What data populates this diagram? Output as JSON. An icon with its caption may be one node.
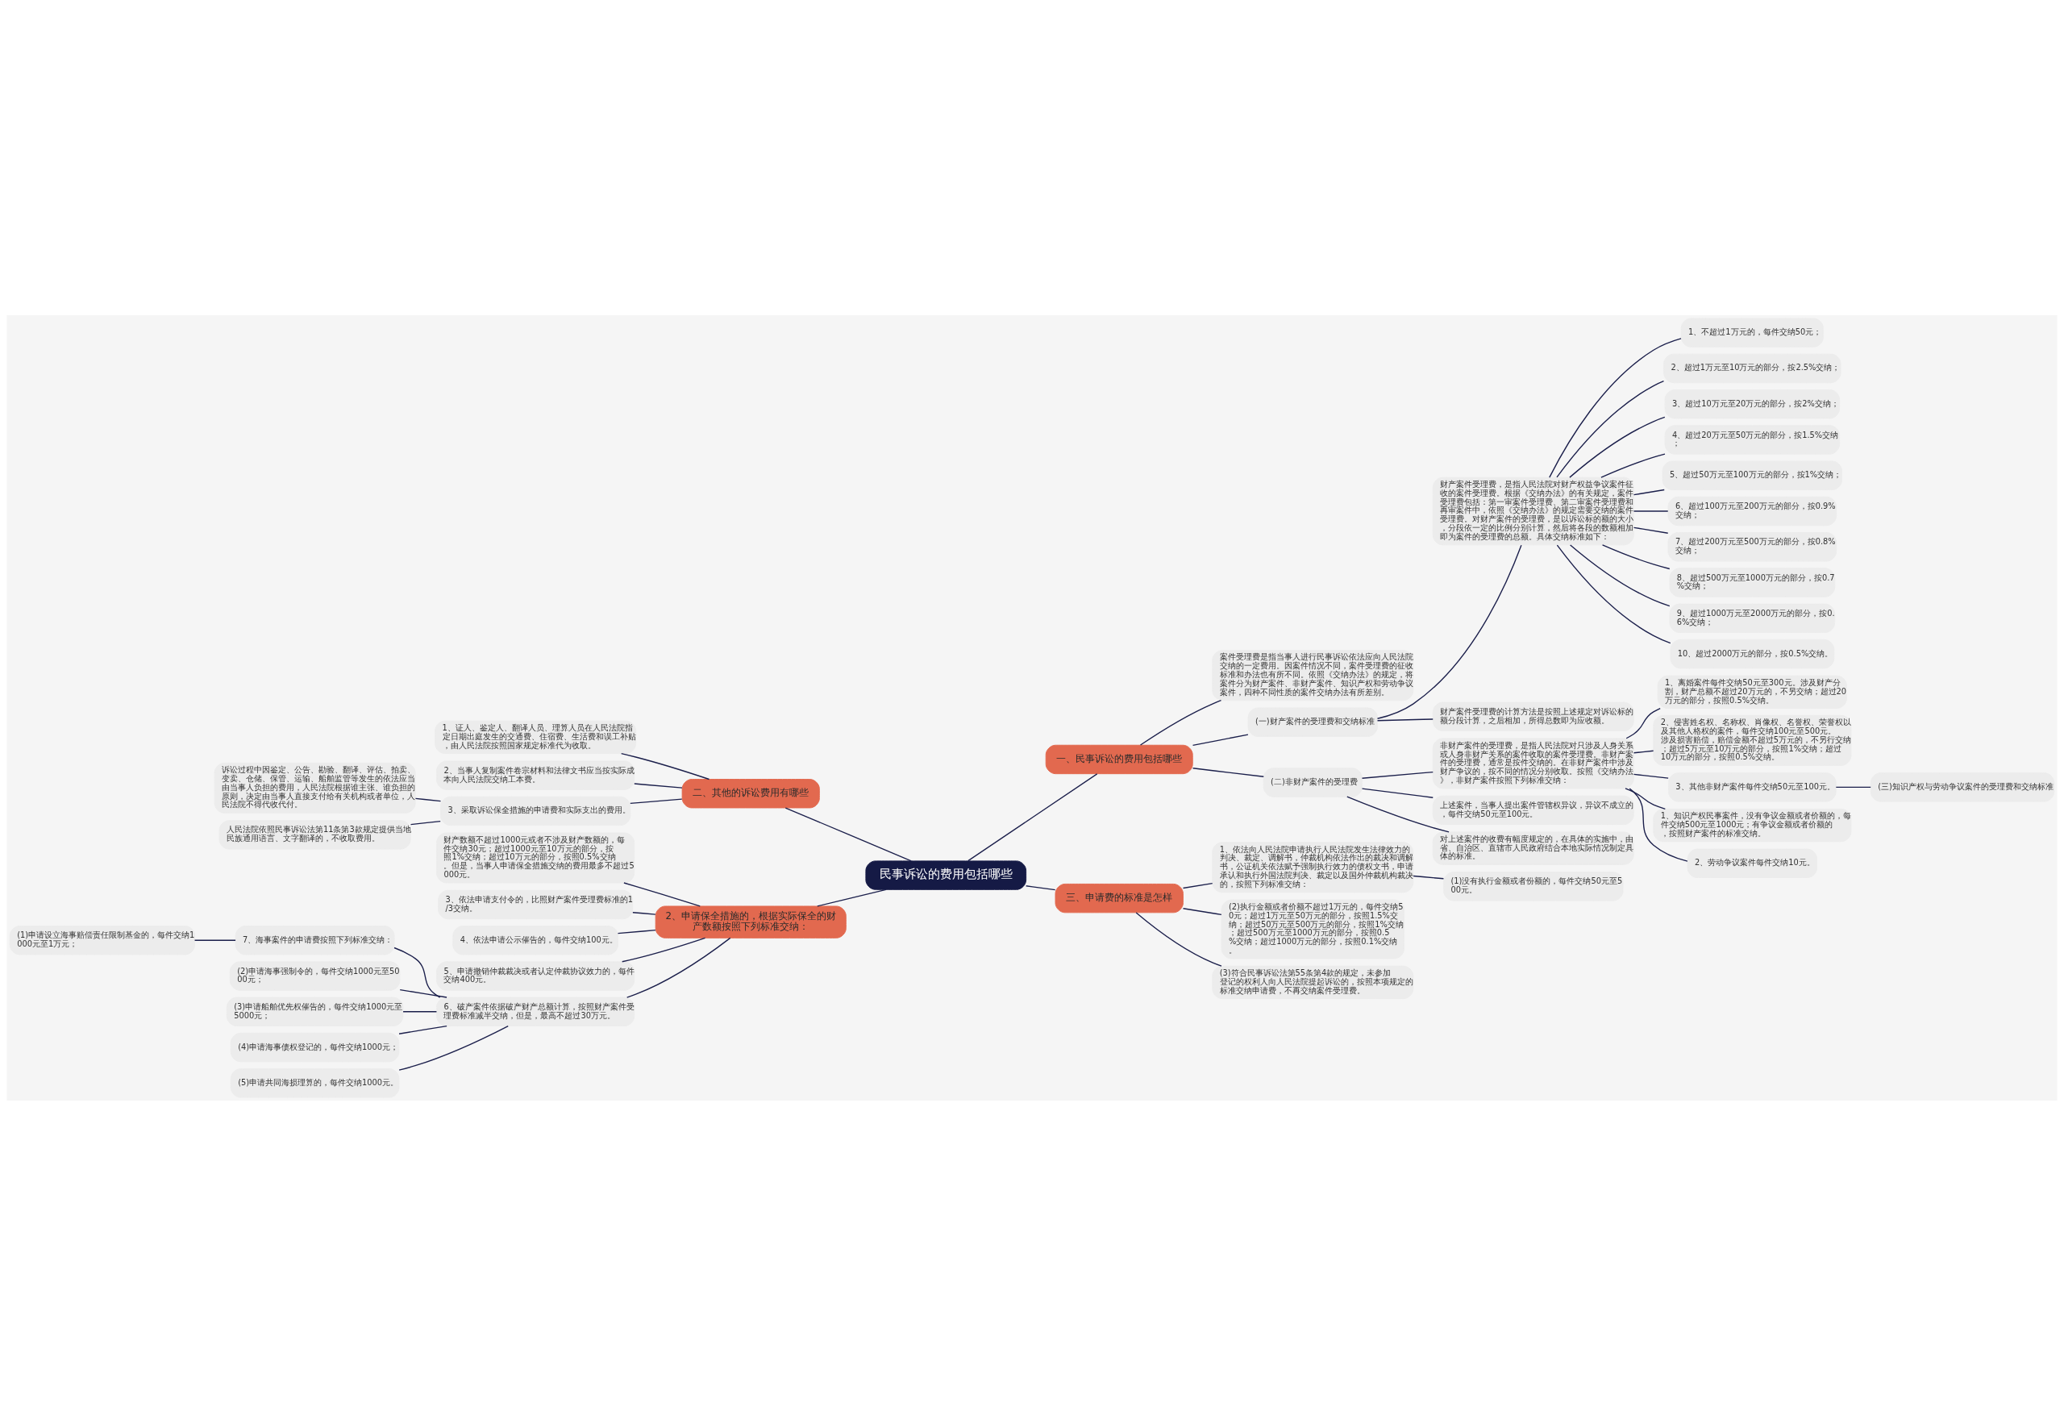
{
  "diagram": {
    "nodes": [
      {
        "text": [
          "民事诉讼的费用包括哪些"
        ]
      },
      {
        "text": [
          "一、民事诉讼的费用包括哪些"
        ]
      },
      {
        "text": [
          "案件受理费是指当事人进行民事诉讼依法应向人民法院交纳的一定费用。因案件情况不同，案件受理费的征收标准和办法也有所不同。依照《交纳办法》的规定，将案件分为财产案件、非财产案件、知识产权和劳动争议案件，四种不同性质的案件交纳办法有所差别。"
        ]
      },
      {
        "text": [
          "(一)财产案件的受理费和交纳标准"
        ]
      },
      {
        "text": [
          "财产案件受理费，是指人民法院对财产权益争议案件征收的案件受理费。根据《交纳办法》的有关规定，案件受理费包括：第一审案件受理费、第二审案件受理费和再审案件中，依照《交纳办法》的规定需要交纳的案件受理费。对财产案件的受理费，是以诉讼标的额的大小，分段依一定的比例分别计算，然后将各段的数额相加即为案件的受理费的总额。具体交纳标准如下："
        ]
      },
      {
        "text": [
          "1、不超过1万元的，每件交纳50元；"
        ]
      },
      {
        "text": [
          "2、超过1万元至10万元的部分，按2.5%交纳；"
        ]
      },
      {
        "text": [
          "3、超过10万元至20万元的部分，按2%交纳；"
        ]
      },
      {
        "text": [
          "4、超过20万元至50万元的部分，按1.5%交纳；"
        ]
      },
      {
        "text": [
          "5、超过50万元至100万元的部分，按1%交纳；"
        ]
      },
      {
        "text": [
          "6、超过100万元至200万元的部分，按0.9%交纳；"
        ]
      },
      {
        "text": [
          "7、超过200万元至500万元的部分，按0.8%交纳；"
        ]
      },
      {
        "text": [
          "8、超过500万元至1000万元的部分，按0.7%交纳；"
        ]
      },
      {
        "text": [
          "9、超过1000万元至2000万元的部分，按0.6%交纳；"
        ]
      },
      {
        "text": [
          "10、超过2000万元的部分，按0.5%交纳。"
        ]
      },
      {
        "text": [
          "财产案件受理费的计算方法是按照上述规定对诉讼标的额分段计算，之后相加，所得总数即为应收额。"
        ]
      },
      {
        "text": [
          "(二)非财产案件的受理费"
        ]
      },
      {
        "text": [
          "非财产案件的受理费，是指人民法院对只涉及人身关系或人身非财产关系的案件收取的案件受理费。非财产案件的受理费，通常是按件交纳的。在非财产案件中涉及财产争议的，按不同的情况分别收取。按照《交纳办法》，非财产案件按照下列标准交纳："
        ]
      },
      {
        "text": [
          "1、离婚案件每件交纳50元至300元。涉及财产分割，财产总额不超过20万元的，不另交纳；超过20万元的部分，按照0.5%交纳。"
        ]
      },
      {
        "text": [
          "2、侵害姓名权、名称权、肖像权、名誉权、荣誉权以及其他人格权的案件，每件交纳100元至500元。涉及损害赔偿，赔偿金额不超过5万元的，不另行交纳；超过5万元至10万元的部分，按照1%交纳；超过10万元的部分，按照0.5%交纳。"
        ]
      },
      {
        "text": [
          "3、其他非财产案件每件交纳50元至100元。"
        ]
      },
      {
        "text": [
          "(三)知识产权与劳动争议案件的受理费和交纳标准"
        ]
      },
      {
        "text": [
          "1、知识产权民事案件，没有争议金额或者价额的，每件交纳500元至1000元；有争议金额或者价额的，按照财产案件的标准交纳。"
        ]
      },
      {
        "text": [
          "2、劳动争议案件每件交纳10元。"
        ]
      },
      {
        "text": [
          "上述案件，当事人提出案件管辖权异议，异议不成立的，每件交纳50元至100元。"
        ]
      },
      {
        "text": [
          "对上述案件的收费有幅度规定的，在具体的实施中，由省、自治区、直辖市人民政府结合本地实际情况制定具体的标准。"
        ]
      },
      {
        "text": [
          "二、其他的诉讼费用有哪些"
        ]
      },
      {
        "text": [
          "1、证人、鉴定人、翻译人员、理算人员在人民法院指定日期出庭发生的交通费、住宿费、生活费和误工补贴，由人民法院按照国家规定标准代为收取。"
        ]
      },
      {
        "text": [
          "2、当事人复制案件卷宗材料和法律文书应当按实际成本向人民法院交纳工本费。"
        ]
      },
      {
        "text": [
          "3、采取诉讼保全措施的申请费和实际支出的费用。"
        ]
      },
      {
        "text": [
          "诉讼过程中因鉴定、公告、勘验、翻译、评估、拍卖、变卖、仓储、保管、运输、船舶监管等发生的依法应当由当事人负担的费用，人民法院根据谁主张、谁负担的原则，决定由当事人直接支付给有关机构或者单位，人民法院不得代收代付。"
        ]
      },
      {
        "text": [
          "人民法院依照民事诉讼法第11条第3款规定提供当地民族通用语言、文字翻译的，不收取费用。"
        ]
      },
      {
        "text": [
          "2、申请保全措施的，根据实际保全的财产数额按照下列标准交纳："
        ]
      },
      {
        "text": [
          "财产数额不超过1000元或者不涉及财产数额的，每件交纳30元；超过1000元至10万元的部分，按照1%交纳；超过10万元的部分，按照0.5%交纳。但是，当事人申请保全措施交纳的费用最多不超过5000元。"
        ]
      },
      {
        "text": [
          "3、依法申请支付令的，比照财产案件受理费标准的1/3交纳。"
        ]
      },
      {
        "text": [
          "4、依法申请公示催告的，每件交纳100元。"
        ]
      },
      {
        "text": [
          "5、申请撤销仲裁裁决或者认定仲裁协议效力的，每件交纳400元。"
        ]
      },
      {
        "text": [
          "6、破产案件依据破产财产总额计算，按照财产案件受理费标准减半交纳，但是，最高不超过30万元。"
        ]
      },
      {
        "text": [
          "7、海事案件的申请费按照下列标准交纳："
        ]
      },
      {
        "text": [
          "(1)申请设立海事赔偿责任限制基金的，每件交纳1000元至1万元；"
        ]
      },
      {
        "text": [
          "(2)申请海事强制令的，每件交纳1000元至5000元；"
        ]
      },
      {
        "text": [
          "(3)申请船舶优先权催告的，每件交纳1000元至5000元；"
        ]
      },
      {
        "text": [
          "(4)申请海事债权登记的，每件交纳1000元；"
        ]
      },
      {
        "text": [
          "(5)申请共同海损理算的，每件交纳1000元。"
        ]
      },
      {
        "text": [
          "三、申请费的标准是怎样"
        ]
      },
      {
        "text": [
          "1、依法向人民法院申请执行人民法院发生法律效力的判决、裁定、调解书，仲裁机构依法作出的裁决和调解书，公证机关依法赋予强制执行效力的债权文书，申请承认和执行外国法院判决、裁定以及国外仲裁机构裁决的，按照下列标准交纳："
        ]
      },
      {
        "text": [
          "(1)没有执行金额或者份额的，每件交纳50元至500元。"
        ]
      },
      {
        "text": [
          "(2)执行金额或者价额不超过1万元的，每件交纳50元；超过1万元至50万元的部分，按照1.5%交纳；超过50万元至500万元的部分，按照1%交纳；超过500万元至1000万元的部分，按照0.5%交纳；超过1000万元的部分，按照0.1%交纳。"
        ]
      },
      {
        "text": [
          "(3)符合民事诉讼法第55条第4款的规定，未参加登记的权利人向人民法院提起诉讼的，按照本项规定的标准交纳申请费，不再交纳案件受理费。"
        ]
      }
    ],
    "edges": [
      {
        "from": 0,
        "to": 1,
        "arrow": "none"
      },
      {
        "from": 1,
        "to": 2,
        "arrow": "none"
      },
      {
        "from": 1,
        "to": 3,
        "arrow": "none"
      },
      {
        "from": 3,
        "to": 4,
        "arrow": "none"
      },
      {
        "from": 4,
        "to": 5,
        "arrow": "none"
      },
      {
        "from": 4,
        "to": 6,
        "arrow": "none"
      },
      {
        "from": 4,
        "to": 7,
        "arrow": "none"
      },
      {
        "from": 4,
        "to": 8,
        "arrow": "none"
      },
      {
        "from": 4,
        "to": 9,
        "arrow": "none"
      },
      {
        "from": 4,
        "to": 10,
        "arrow": "none"
      },
      {
        "from": 4,
        "to": 11,
        "arrow": "none"
      },
      {
        "from": 4,
        "to": 12,
        "arrow": "none"
      },
      {
        "from": 4,
        "to": 13,
        "arrow": "none"
      },
      {
        "from": 4,
        "to": 14,
        "arrow": "none"
      },
      {
        "from": 3,
        "to": 15,
        "arrow": "none"
      },
      {
        "from": 1,
        "to": 16,
        "arrow": "none"
      },
      {
        "from": 16,
        "to": 17,
        "arrow": "none"
      },
      {
        "from": 17,
        "to": 18,
        "arrow": "none"
      },
      {
        "from": 17,
        "to": 19,
        "arrow": "none"
      },
      {
        "from": 17,
        "to": 20,
        "arrow": "none"
      },
      {
        "from": 20,
        "to": 21,
        "arrow": "none"
      },
      {
        "from": 17,
        "to": 22,
        "arrow": "none"
      },
      {
        "from": 17,
        "to": 23,
        "arrow": "none"
      },
      {
        "from": 16,
        "to": 24,
        "arrow": "none"
      },
      {
        "from": 16,
        "to": 25,
        "arrow": "none"
      },
      {
        "from": 0,
        "to": 26,
        "arrow": "none"
      },
      {
        "from": 26,
        "to": 27,
        "arrow": "none"
      },
      {
        "from": 26,
        "to": 28,
        "arrow": "none"
      },
      {
        "from": 26,
        "to": 29,
        "arrow": "none"
      },
      {
        "from": 29,
        "to": 30,
        "arrow": "none"
      },
      {
        "from": 29,
        "to": 31,
        "arrow": "none"
      },
      {
        "from": 0,
        "to": 32,
        "arrow": "none"
      },
      {
        "from": 32,
        "to": 33,
        "arrow": "none"
      },
      {
        "from": 32,
        "to": 34,
        "arrow": "none"
      },
      {
        "from": 32,
        "to": 35,
        "arrow": "none"
      },
      {
        "from": 32,
        "to": 36,
        "arrow": "none"
      },
      {
        "from": 32,
        "to": 37,
        "arrow": "none"
      },
      {
        "from": 37,
        "to": 38,
        "arrow": "none"
      },
      {
        "from": 38,
        "to": 39,
        "arrow": "none"
      },
      {
        "from": 37,
        "to": 40,
        "arrow": "none"
      },
      {
        "from": 37,
        "to": 41,
        "arrow": "none"
      },
      {
        "from": 37,
        "to": 42,
        "arrow": "none"
      },
      {
        "from": 37,
        "to": 43,
        "arrow": "none"
      },
      {
        "from": 0,
        "to": 44,
        "arrow": "none"
      },
      {
        "from": 44,
        "to": 45,
        "arrow": "none"
      },
      {
        "from": 45,
        "to": 46,
        "arrow": "none"
      },
      {
        "from": 44,
        "to": 47,
        "arrow": "none"
      },
      {
        "from": 44,
        "to": 48,
        "arrow": "none"
      }
    ]
  }
}
